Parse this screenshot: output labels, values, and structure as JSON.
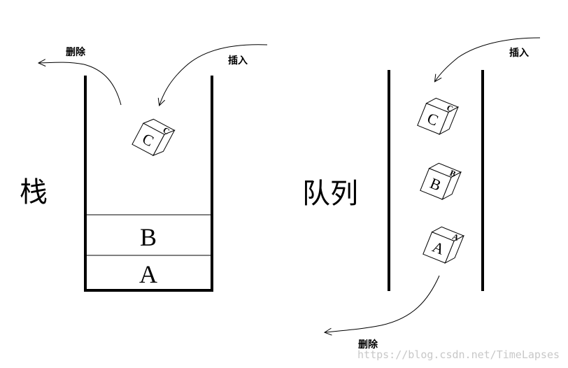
{
  "stack": {
    "title": "栈",
    "delete_label": "删除",
    "insert_label": "插入",
    "cells": [
      "B",
      "A"
    ],
    "cube": {
      "front": "C",
      "top": "C"
    }
  },
  "queue": {
    "title": "队列",
    "delete_label": "删除",
    "insert_label": "插入",
    "cubes": [
      {
        "front": "C",
        "top": "C"
      },
      {
        "front": "B",
        "top": "B"
      },
      {
        "front": "A",
        "top": "A"
      }
    ]
  },
  "watermark": "https://blog.csdn.net/TimeLapses"
}
